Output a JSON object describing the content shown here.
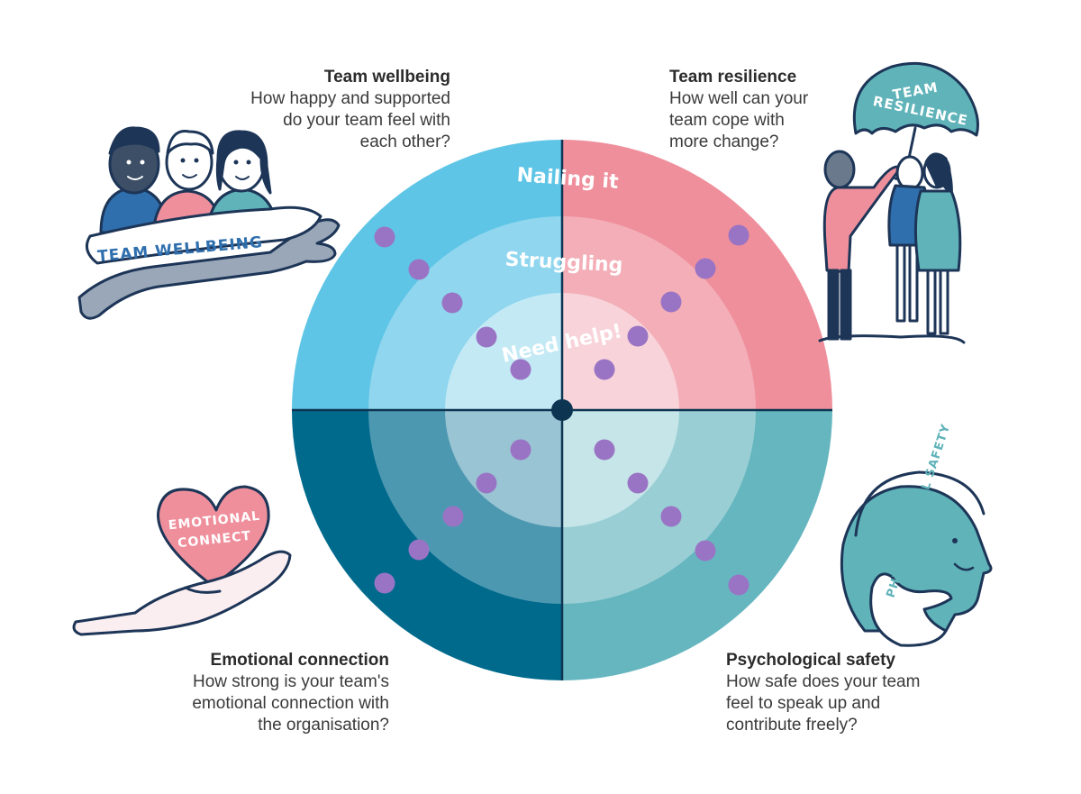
{
  "quadrants": {
    "top_left": {
      "title": "Team wellbeing",
      "lines": [
        "How happy and supported",
        "do your team feel with",
        "each other?"
      ],
      "badge": "TEAM WELLBEING"
    },
    "top_right": {
      "title": "Team resilience",
      "lines": [
        "How well can your",
        "team cope with",
        "more change?"
      ],
      "badge_line1": "TEAM",
      "badge_line2": "RESILIENCE"
    },
    "bottom_left": {
      "title": "Emotional connection",
      "lines": [
        "How strong is your team's",
        "emotional connection with",
        "the organisation?"
      ],
      "badge_line1": "EMOTIONAL",
      "badge_line2": "CONNECT"
    },
    "bottom_right": {
      "title": "Psychological safety",
      "lines": [
        "How safe does your team",
        "feel to speak up and",
        "contribute freely?"
      ],
      "badge": "PHYSCOLOGICAL SAFETY"
    }
  },
  "rings": {
    "outer": "Nailing it",
    "middle": "Struggling",
    "inner": "Need help!"
  },
  "colors": {
    "tl": [
      "#5ec5e6",
      "#8fd6ee",
      "#c3e9f5"
    ],
    "tr": [
      "#ef8f9c",
      "#f3aeb8",
      "#f8d3d9"
    ],
    "bl": [
      "#006a8d",
      "#4d98b1",
      "#99c4d3"
    ],
    "br": [
      "#66b6c0",
      "#99ced4",
      "#c6e5e8"
    ],
    "dot": "#9a74c4",
    "center": "#0d3552"
  }
}
